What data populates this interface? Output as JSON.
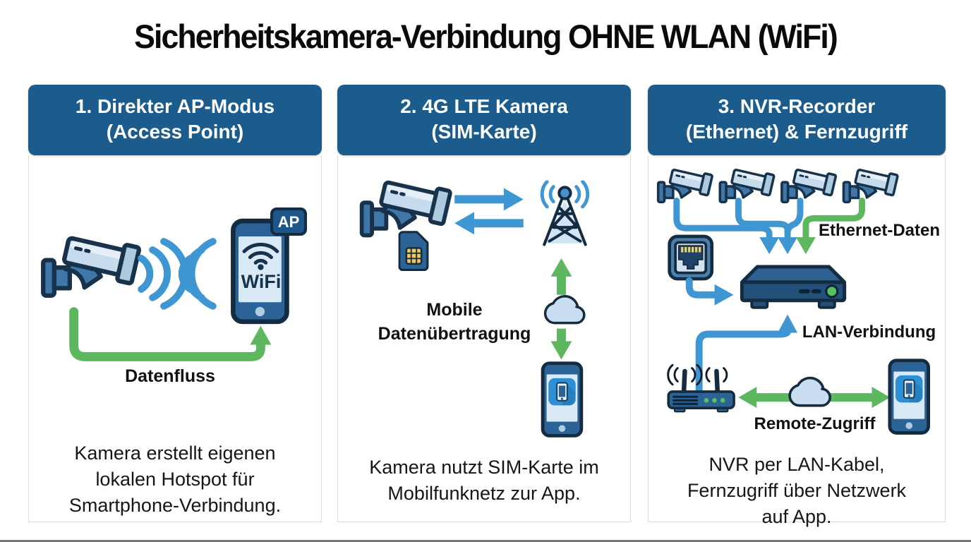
{
  "title": "Sicherheitskamera-Verbindung OHNE WLAN (WiFi)",
  "colors": {
    "header_bg": "#1b5c8c",
    "arrow_blue": "#3e96d2",
    "arrow_green": "#5db75f",
    "icon_outline": "#142b40",
    "text": "#111111"
  },
  "icons": [
    "security-camera-icon",
    "wifi-waves-icon",
    "smartphone-icon",
    "wifi-icon",
    "app-icon",
    "sim-card-icon",
    "cell-tower-icon",
    "cloud-icon",
    "ethernet-port-icon",
    "nvr-recorder-icon",
    "router-icon",
    "arrow-icon"
  ],
  "panels": [
    {
      "header": [
        "1. Direkter AP-Modus",
        "(Access Point)"
      ],
      "phone_badge": "AP",
      "phone_screen_label": "WiFi",
      "flow_label": "Datenfluss",
      "description": [
        "Kamera erstellt eigenen",
        "lokalen Hotspot für",
        "Smartphone-Verbindung."
      ]
    },
    {
      "header": [
        "2. 4G LTE Kamera",
        "(SIM-Karte)"
      ],
      "flow_label": [
        "Mobile",
        "Datenübertragung"
      ],
      "description": [
        "Kamera nutzt SIM-Karte im",
        "Mobilfunknetz zur App."
      ]
    },
    {
      "header": [
        "3. NVR-Recorder",
        "(Ethernet) & Fernzugriff"
      ],
      "label_ethernet": "Ethernet-Daten",
      "label_lan": "LAN-Verbindung",
      "label_remote": "Remote-Zugriff",
      "description": [
        "NVR per LAN-Kabel,",
        "Fernzugriff über Netzwerk",
        "auf App."
      ]
    }
  ]
}
